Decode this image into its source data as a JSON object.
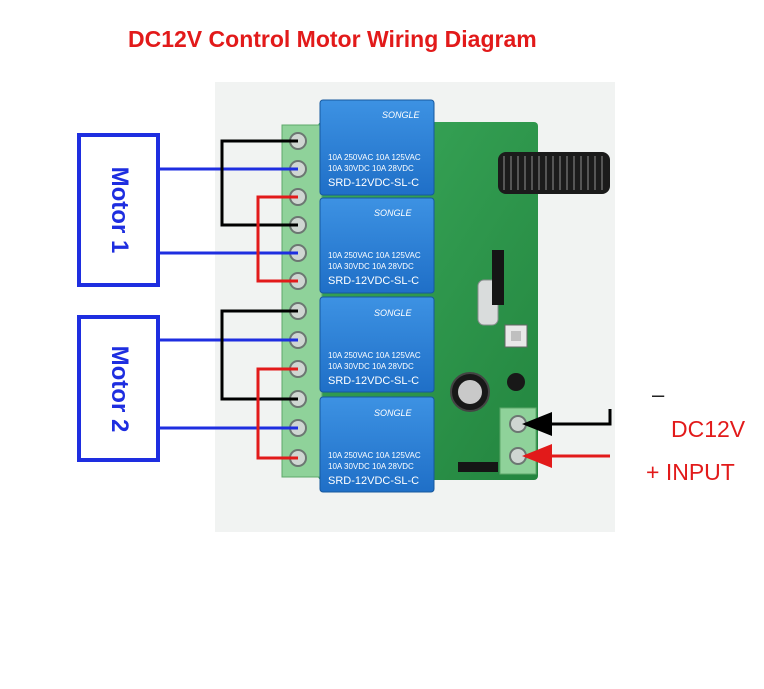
{
  "title": "DC12V Control Motor Wiring Diagram",
  "motors": [
    {
      "label": "Motor 1"
    },
    {
      "label": "Motor 2"
    }
  ],
  "relays": [
    {
      "brand": "SONGLE",
      "rating_ac": "10A 250VAC  10A  125VAC",
      "rating_dc": "10A  30VDC  10A  28VDC",
      "model": "SRD-12VDC-SL-C"
    },
    {
      "brand": "SONGLE",
      "rating_ac": "10A 250VAC  10A  125VAC",
      "rating_dc": "10A  30VDC  10A  28VDC",
      "model": "SRD-12VDC-SL-C"
    },
    {
      "brand": "SONGLE",
      "rating_ac": "10A 250VAC  10A  125VAC",
      "rating_dc": "10A  30VDC  10A  28VDC",
      "model": "SRD-12VDC-SL-C"
    },
    {
      "brand": "SONGLE",
      "rating_ac": "10A 250VAC  10A  125VAC",
      "rating_dc": "10A  30VDC  10A  28VDC",
      "model": "SRD-12VDC-SL-C"
    }
  ],
  "power": {
    "minus": "–",
    "voltage": "DC12V",
    "plus_input": "+ INPUT"
  },
  "colors": {
    "title": "#e21a1a",
    "motor_box": "#1e2ee0",
    "wire_blue": "#1e2ee0",
    "wire_red": "#e21a1a",
    "wire_black": "#000000",
    "pcb": "#2f9e4e",
    "relay": "#2c7fd6",
    "terminal": "#8fd29a"
  }
}
